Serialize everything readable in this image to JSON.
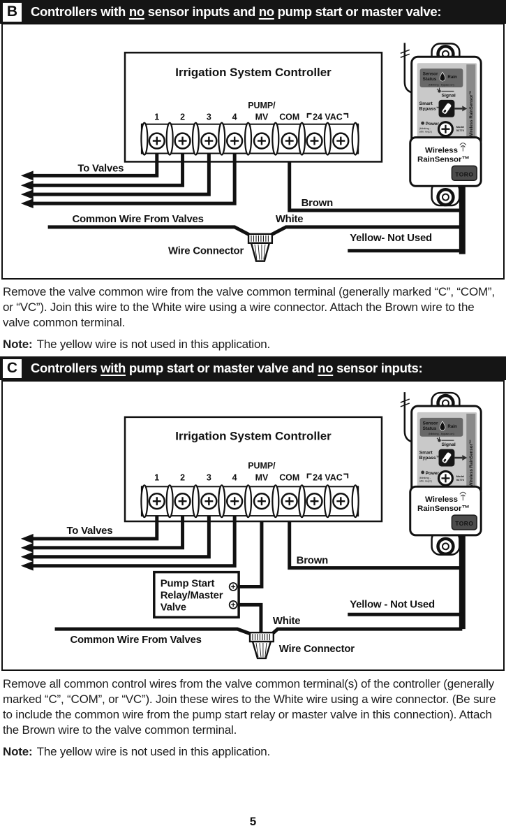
{
  "page": {
    "number": "5"
  },
  "controller_title": "Irrigation System Controller",
  "terminals": {
    "t1": "1",
    "t2": "2",
    "t3": "3",
    "t4": "4",
    "pump_1": "PUMP/",
    "pump_2": "MV",
    "com": "COM",
    "vac": "24 VAC"
  },
  "labels": {
    "to_valves": "To Valves",
    "brown": "Brown",
    "white": "White",
    "common": "Common Wire From Valves",
    "connector": "Wire Connector",
    "yellow_b": "Yellow- Not Used",
    "yellow_c": "Yellow - Not Used",
    "pump_box_1": "Pump Start",
    "pump_box_2": "Relay/Master",
    "pump_box_3": "Valve"
  },
  "device": {
    "sensor_status_1": "Sensor",
    "sensor_status_2": "Status",
    "sensor_note": "(blinking - bypass on)",
    "rain": "Rain",
    "signal": "Signal",
    "bypass_1": "Smart",
    "bypass_2": "Bypass™",
    "power": "Power",
    "power_note_1": "(blinking -",
    "power_note_2": "attn. reqd.)",
    "model_1": "Model",
    "model_2": "53770",
    "side_label": "Wireless RainSensor™",
    "logo_1": "Wireless",
    "logo_2": "RainSensor™",
    "brand": "TORO"
  },
  "section_b": {
    "letter": "B",
    "title_parts": [
      "Controllers with ",
      "no",
      " sensor inputs and ",
      "no",
      " pump start or master valve:"
    ],
    "paragraph": "Remove the valve common wire from the valve common terminal (generally marked “C”, “COM”, or “VC”). Join this wire to the White wire using a wire connector. Attach the Brown wire to the valve common terminal.",
    "note_label": "Note:",
    "note_text": "The yellow wire is not used in this application."
  },
  "section_c": {
    "letter": "C",
    "title_parts": [
      "Controllers ",
      "with",
      " pump start or master valve and ",
      "no",
      " sensor inputs:"
    ],
    "paragraph": "Remove all common control wires from the valve common terminal(s) of the controller (generally marked “C”, “COM”, or “VC”). Join these wires to the White wire using a wire connector. (Be sure to include the common wire from the pump start relay or master valve in this connection). Attach the Brown wire to the valve common terminal.",
    "note_label": "Note:",
    "note_text": "The yellow wire is not used in this application."
  }
}
